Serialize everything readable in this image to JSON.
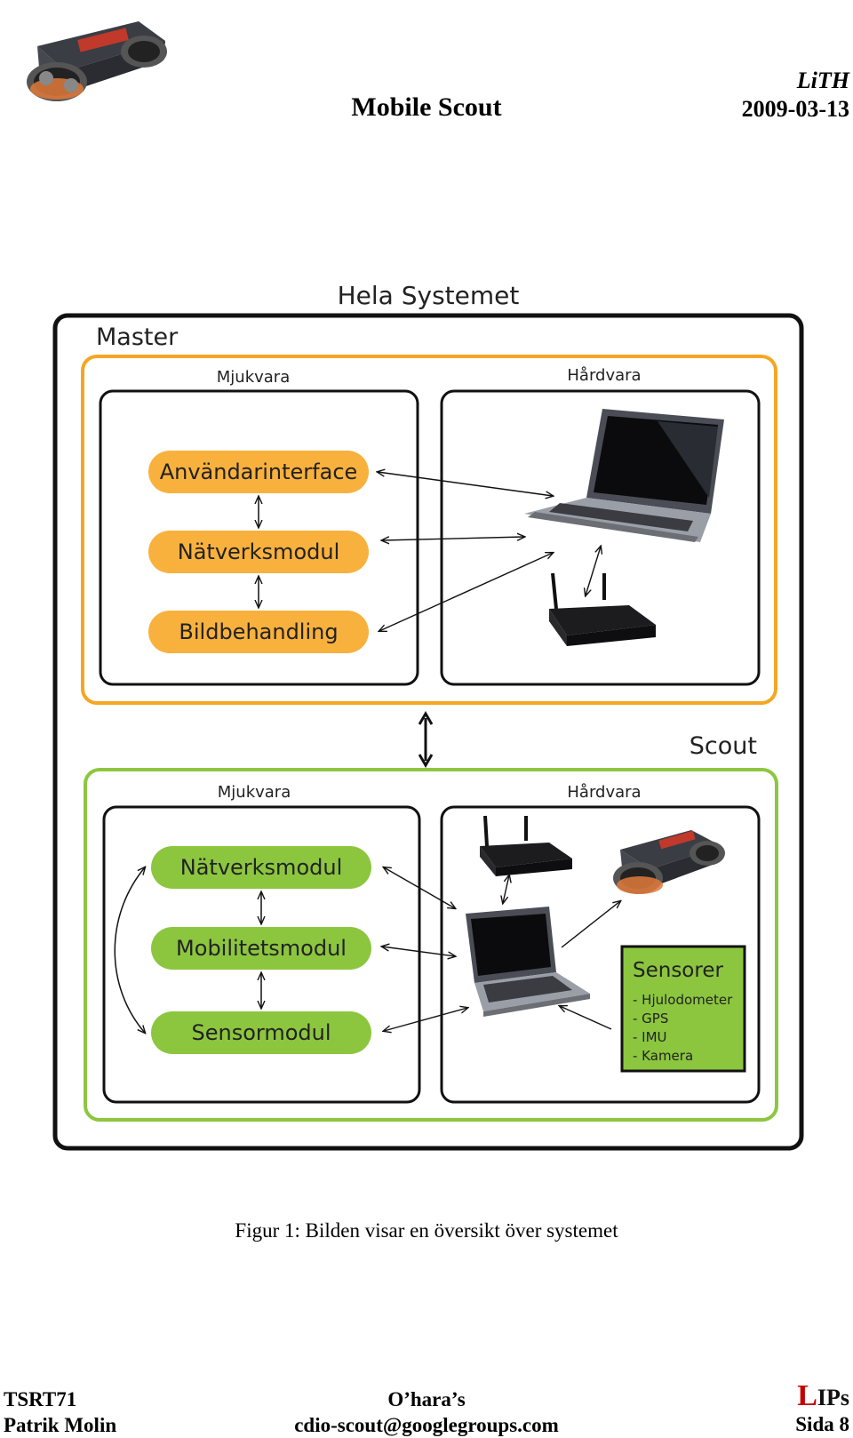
{
  "header": {
    "title": "Mobile Scout",
    "org": "LiTH",
    "date": "2009-03-13",
    "logo_icon": "tracked-robot-icon"
  },
  "diagram": {
    "system_title": "Hela Systemet",
    "master": {
      "label": "Master",
      "software_label": "Mjukvara",
      "hardware_label": "Hårdvara",
      "modules": [
        "Användarinterface",
        "Nätverksmodul",
        "Bildbehandling"
      ],
      "hardware_icons": [
        "laptop-icon",
        "router-icon"
      ]
    },
    "scout": {
      "label": "Scout",
      "software_label": "Mjukvara",
      "hardware_label": "Hårdvara",
      "modules": [
        "Nätverksmodul",
        "Mobilitetsmodul",
        "Sensormodul"
      ],
      "hardware_icons": [
        "router-icon",
        "laptop-icon",
        "tracked-robot-icon"
      ],
      "sensors": {
        "title": "Sensorer",
        "items": [
          "- Hjulodometer",
          "- GPS",
          "- IMU",
          "- Kamera"
        ]
      }
    },
    "colors": {
      "frame": "#111111",
      "master": "#f5a623",
      "master_module": "#f9b13e",
      "scout": "#8dc63f",
      "scout_module": "#8cc63f",
      "sensors_box": "#8cc63f"
    }
  },
  "caption": "Figur 1: Bilden visar en översikt över systemet",
  "footer": {
    "course": "TSRT71",
    "author": "Patrik Molin",
    "group": "O’hara’s",
    "email": "cdio-scout@googlegroups.com",
    "lips_first": "L",
    "lips_rest": "IPs",
    "page": "Sida 8"
  }
}
